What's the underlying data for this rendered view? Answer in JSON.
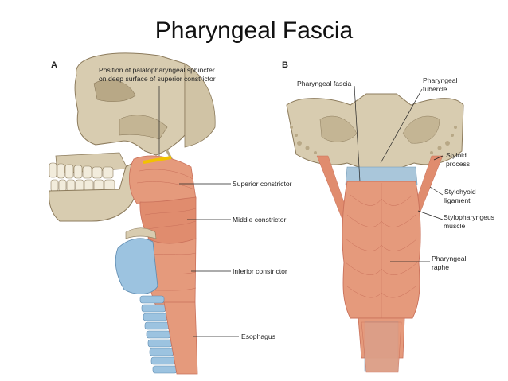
{
  "slide": {
    "title": "Pharyngeal Fascia"
  },
  "panel_a": {
    "letter": "A",
    "labels": {
      "palatopharyngeal_line1": "Position of palatopharyngeal sphincter",
      "palatopharyngeal_line2": "on deep surface of superior constrictor",
      "superior_constrictor": "Superior constrictor",
      "middle_constrictor": "Middle constrictor",
      "inferior_constrictor": "Inferior constrictor",
      "esophagus": "Esophagus"
    }
  },
  "panel_b": {
    "letter": "B",
    "labels": {
      "pharyngeal_fascia": "Pharyngeal fascia",
      "pharyngeal_tubercle_line1": "Pharyngeal",
      "pharyngeal_tubercle_line2": "tubercle",
      "styloid_process_line1": "Styloid",
      "styloid_process_line2": "process",
      "stylohyoid_ligament_line1": "Stylohyoid",
      "stylohyoid_ligament_line2": "ligament",
      "stylopharyngeus_line1": "Stylopharyngeus",
      "stylopharyngeus_line2": "muscle",
      "pharyngeal_raphe_line1": "Pharyngeal",
      "pharyngeal_raphe_line2": "raphe"
    }
  },
  "colors": {
    "bone": "#d8ccb0",
    "bone_shadow": "#b8a886",
    "muscle": "#e59a7c",
    "muscle_dark": "#c9705a",
    "cartilage_blue": "#9cc3e0",
    "fascia_blue": "#a9c6da",
    "yellow_band": "#f2c200"
  }
}
